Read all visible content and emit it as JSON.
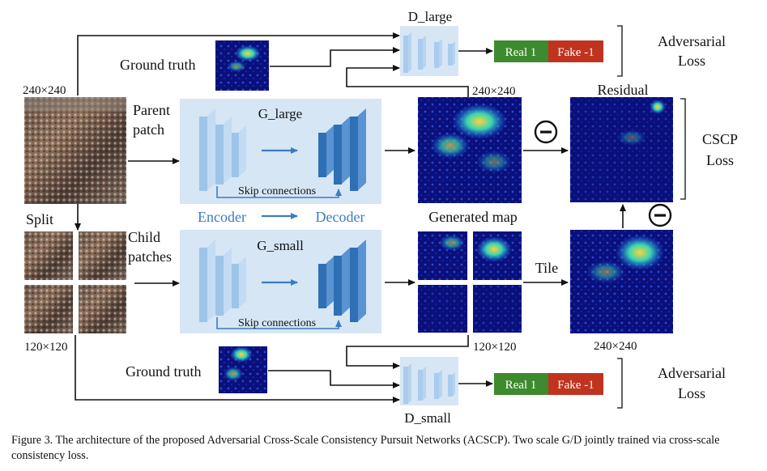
{
  "labels": {
    "d_large": "D_large",
    "d_small": "D_small",
    "ground_truth_top": "Ground truth",
    "ground_truth_bottom": "Ground truth",
    "real_top": "Real 1",
    "fake_top": "Fake -1",
    "real_bottom": "Real 1",
    "fake_bottom": "Fake -1",
    "adv_loss_top_1": "Adversarial",
    "adv_loss_top_2": "Loss",
    "adv_loss_bottom_1": "Adversarial",
    "adv_loss_bottom_2": "Loss",
    "size_parent": "240×240",
    "size_gen_large": "240×240",
    "size_child": "120×120",
    "size_gen_small": "120×120",
    "size_tiled": "240×240",
    "parent_patch_1": "Parent",
    "parent_patch_2": "patch",
    "child_patches_1": "Child",
    "child_patches_2": "patches",
    "split": "Split",
    "g_large": "G_large",
    "g_small": "G_small",
    "skip_top": "Skip connections",
    "skip_bottom": "Skip connections",
    "encoder": "Encoder",
    "decoder": "Decoder",
    "generated_map": "Generated map",
    "residual": "Residual",
    "tile": "Tile",
    "cscp_1": "CSCP",
    "cscp_2": "Loss",
    "minus_top": "−",
    "minus_bottom": "−"
  },
  "caption": "Figure 3. The architecture of the proposed Adversarial Cross-Scale Consistency Pursuit Networks (ACSCP). Two scale G/D jointly trained via cross-scale consistency loss.",
  "colors": {
    "real": "#3e8a2e",
    "fake": "#c0331f",
    "panel": "#d6e6f5",
    "encoder": "#9ec4e8",
    "decoder": "#2f6fb5",
    "blue_text": "#3b7cc0",
    "density_bg": "#0b0f7a"
  }
}
